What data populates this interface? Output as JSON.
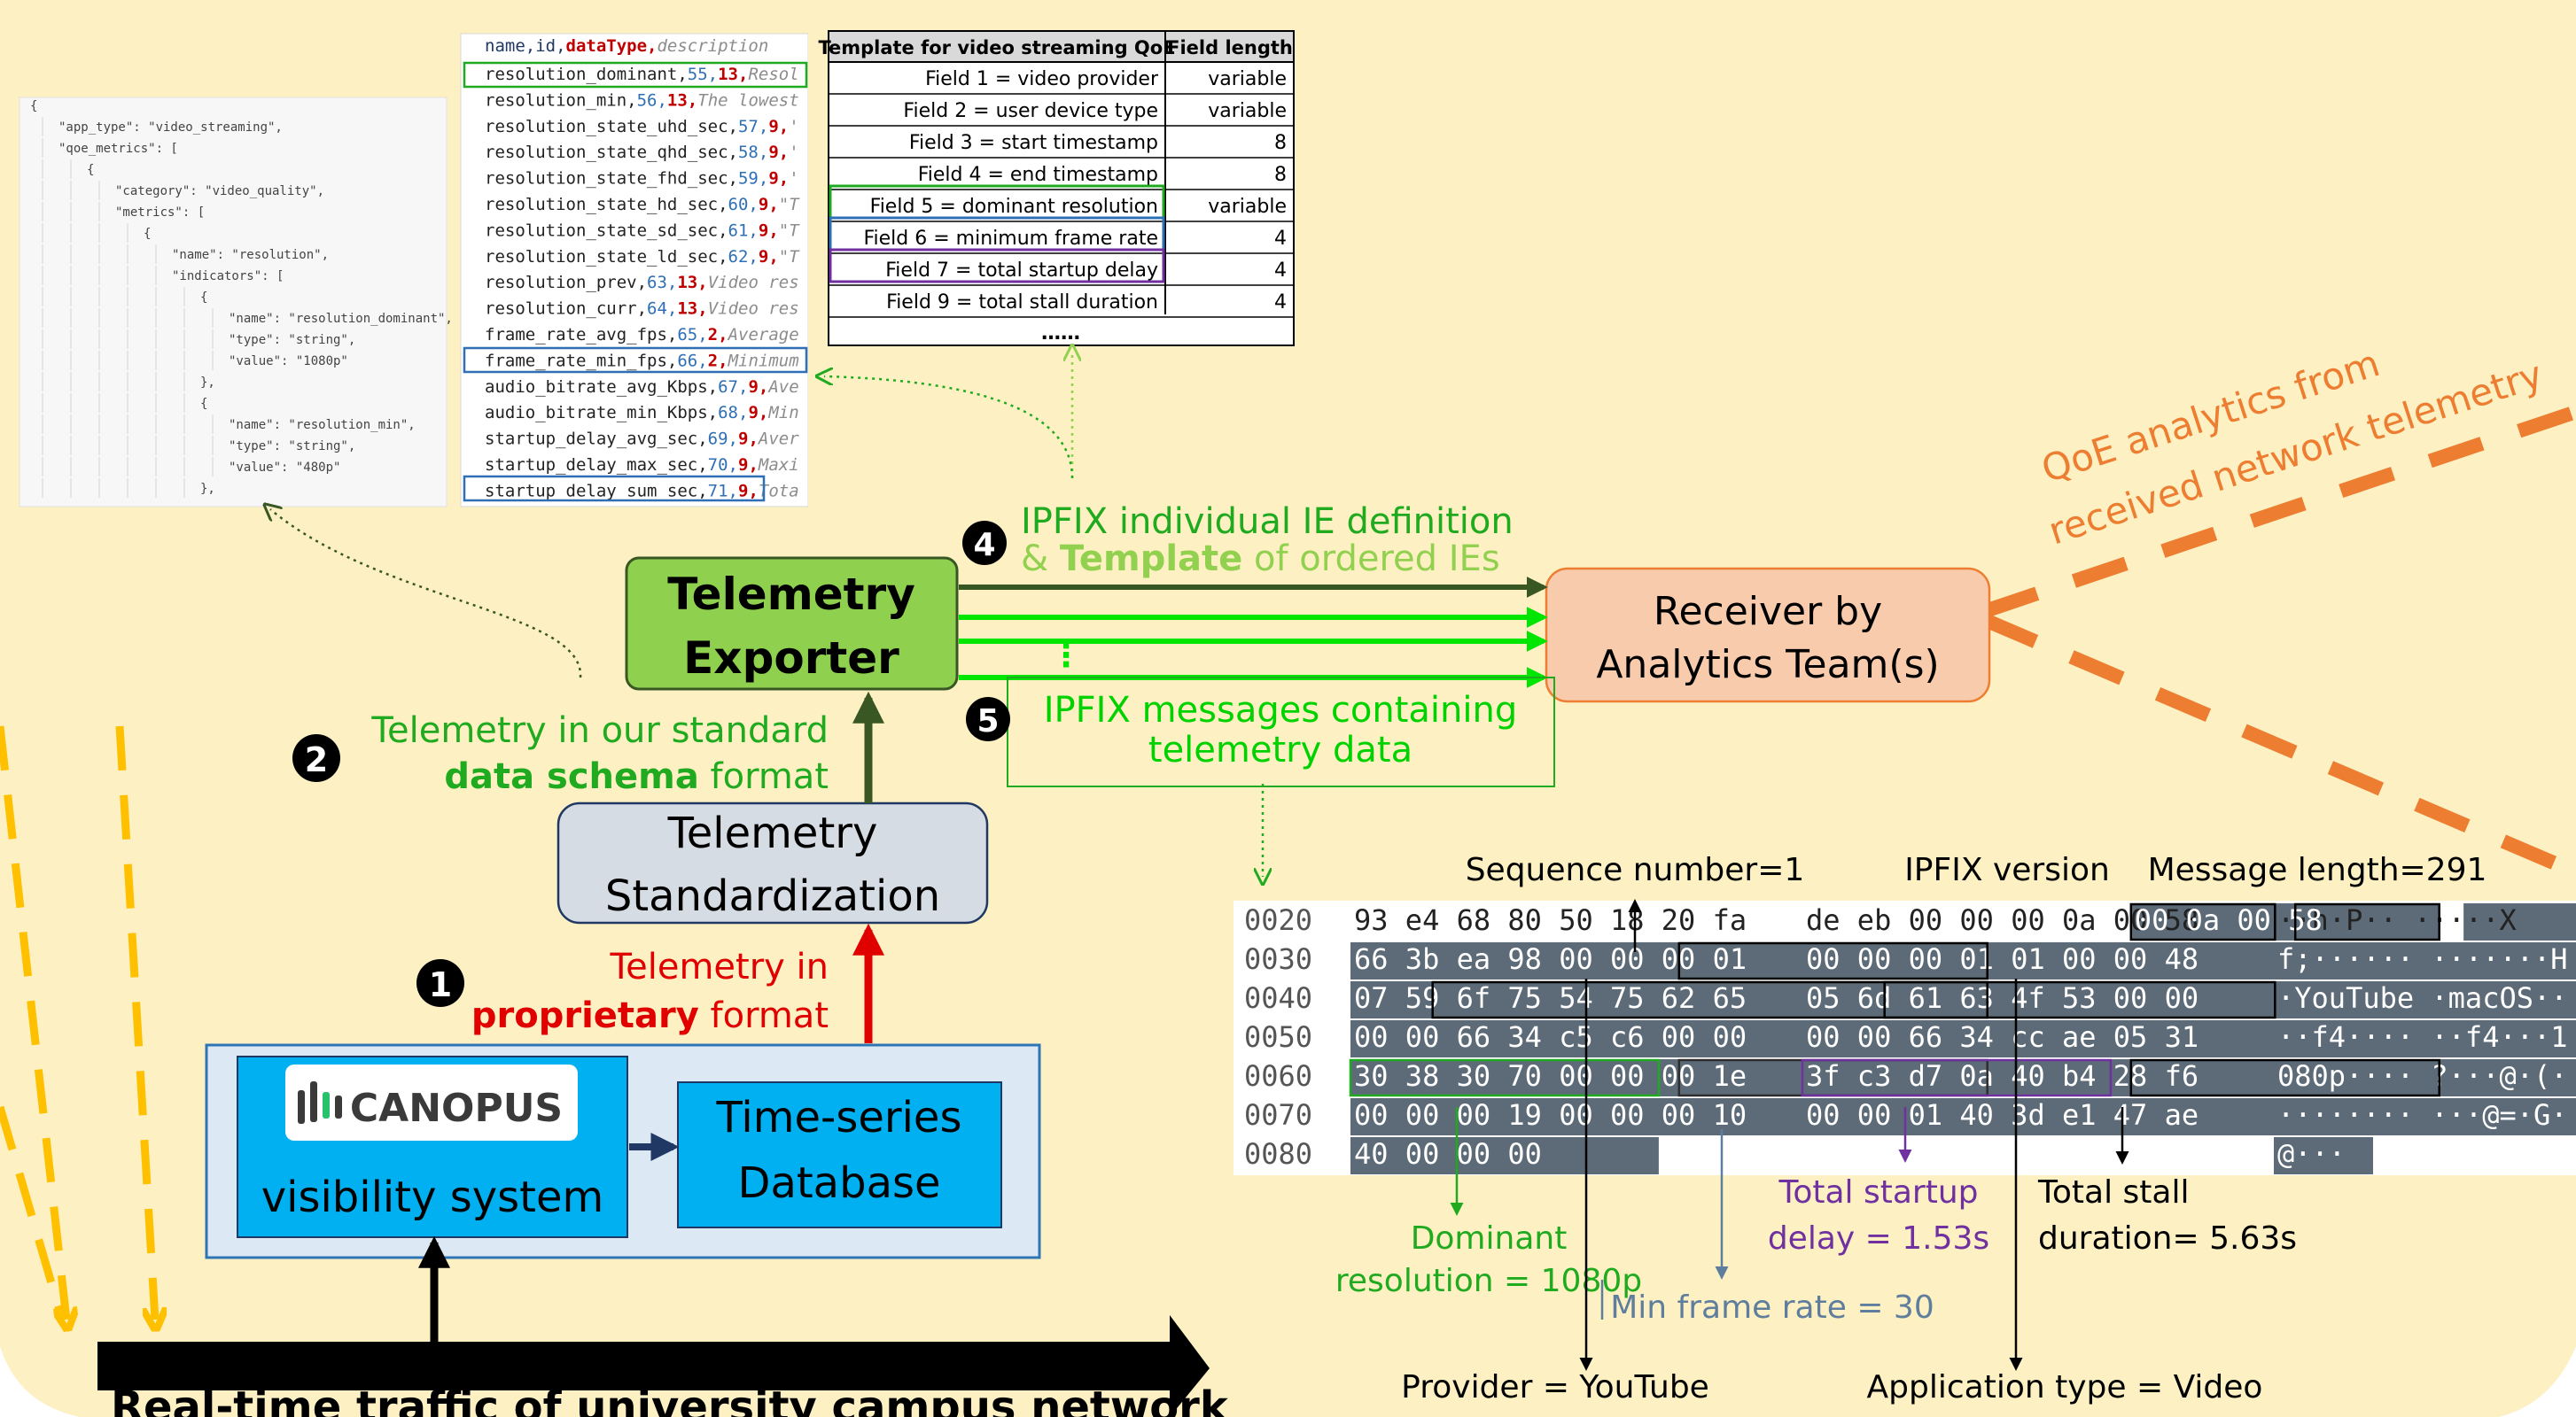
{
  "json_panel": {
    "lines": [
      "{",
      "\"app_type\": \"video_streaming\",",
      "\"qoe_metrics\": [",
      "{",
      "\"category\": \"video_quality\",",
      "\"metrics\": [",
      "{",
      "\"name\": \"resolution\",",
      "\"indicators\": [",
      "{",
      "\"name\": \"resolution_dominant\",",
      "\"type\": \"string\",",
      "\"value\": \"1080p\"",
      "},",
      "{",
      "\"name\": \"resolution_min\",",
      "\"type\": \"string\",",
      "\"value\": \"480p\"",
      "},"
    ]
  },
  "csv_panel": {
    "header": {
      "name": "name,id,",
      "type": "dataType,",
      "desc": "description"
    },
    "rows": [
      {
        "name": "resolution_dominant,",
        "id": "55,",
        "type": "13,",
        "desc": "Resol"
      },
      {
        "name": "resolution_min,",
        "id": "56,",
        "type": "13,",
        "desc": "The lowest"
      },
      {
        "name": "resolution_state_uhd_sec,",
        "id": "57,",
        "type": "9,",
        "desc": "'"
      },
      {
        "name": "resolution_state_qhd_sec,",
        "id": "58,",
        "type": "9,",
        "desc": "'"
      },
      {
        "name": "resolution_state_fhd_sec,",
        "id": "59,",
        "type": "9,",
        "desc": "'"
      },
      {
        "name": "resolution_state_hd_sec,",
        "id": "60,",
        "type": "9,",
        "desc": "\"T"
      },
      {
        "name": "resolution_state_sd_sec,",
        "id": "61,",
        "type": "9,",
        "desc": "\"T"
      },
      {
        "name": "resolution_state_ld_sec,",
        "id": "62,",
        "type": "9,",
        "desc": "\"T"
      },
      {
        "name": "resolution_prev,",
        "id": "63,",
        "type": "13,",
        "desc": "Video res"
      },
      {
        "name": "resolution_curr,",
        "id": "64,",
        "type": "13,",
        "desc": "Video res"
      },
      {
        "name": "frame_rate_avg_fps,",
        "id": "65,",
        "type": "2,",
        "desc": "Average"
      },
      {
        "name": "frame_rate_min_fps,",
        "id": "66,",
        "type": "2,",
        "desc": "Minimum"
      },
      {
        "name": "audio_bitrate_avg_Kbps,",
        "id": "67,",
        "type": "9,",
        "desc": "Ave"
      },
      {
        "name": "audio_bitrate_min_Kbps,",
        "id": "68,",
        "type": "9,",
        "desc": "Min"
      },
      {
        "name": "startup_delay_avg_sec,",
        "id": "69,",
        "type": "9,",
        "desc": "Aver"
      },
      {
        "name": "startup_delay_max_sec,",
        "id": "70,",
        "type": "9,",
        "desc": "Maxi"
      },
      {
        "name": "startup_delay_sum_sec,",
        "id": "71,",
        "type": "9,",
        "desc": "Tota"
      }
    ]
  },
  "template_table": {
    "headers": [
      "Template for video streaming QoE",
      "Field length"
    ],
    "rows": [
      {
        "field": "Field 1 = video provider",
        "length": "variable"
      },
      {
        "field": "Field 2 = user device type",
        "length": "variable"
      },
      {
        "field": "Field 3 = start timestamp",
        "length": "8"
      },
      {
        "field": "Field 4 = end timestamp",
        "length": "8"
      },
      {
        "field": "Field 5 = dominant resolution",
        "length": "variable"
      },
      {
        "field": "Field 6 = minimum frame rate",
        "length": "4"
      },
      {
        "field": "Field 7 = total startup delay",
        "length": "4"
      },
      {
        "field": "Field 9 = total stall duration",
        "length": "4"
      }
    ],
    "ellipsis": "……"
  },
  "nodes": {
    "canopus_logo": "CANOPUS",
    "visibility_system": "visibility system",
    "tsdb_line1": "Time-series",
    "tsdb_line2": "Database",
    "standardization_line1": "Telemetry",
    "standardization_line2": "Standardization",
    "exporter_line1": "Telemetry",
    "exporter_line2": "Exporter",
    "receiver_line1": "Receiver by",
    "receiver_line2": "Analytics Team(s)"
  },
  "steps": [
    "1",
    "2",
    "4",
    "5"
  ],
  "labels": {
    "step1_line1": "Telemetry in",
    "step1_bold": "proprietary",
    "step1_rest": " format",
    "step2_line1": "Telemetry in our standard",
    "step2_bold": "data schema",
    "step2_rest": " format",
    "step4_line1": "IPFIX individual IE definition",
    "step4_amp": "& ",
    "step4_bold": "Template",
    "step4_rest": " of ordered IEs",
    "step5_line1": "IPFIX messages containing",
    "step5_line2": "telemetry data",
    "dots": "⋮",
    "qoe_line1": "QoE analytics from",
    "qoe_line2": "received network telemetry",
    "traffic": "Real-time traffic of university campus network"
  },
  "hex_dump": {
    "offsets": [
      "0020",
      "0030",
      "0040",
      "0050",
      "0060",
      "0070",
      "0080"
    ],
    "groupA": [
      "93 e4 68 80 50 18 20 fa",
      "66 3b ea 98 00 00 00 01",
      "07 59 6f 75 54 75 62 65",
      "00 00 66 34 c5 c6 00 00",
      "30 38 30 70 00 00 00 1e",
      "00 00 00 19 00 00 00 10",
      "40 00 00 00"
    ],
    "groupB": [
      "de eb 00 00 00 0a 00 58",
      "00 00 00 01 01 00 00 48",
      "05 6d 61 63 4f 53 00 00",
      "00 00 66 34 cc ae 05 31",
      "3f c3 d7 0a 40 b4 28 f6",
      "00 00 01 40 3d e1 47 ae",
      ""
    ],
    "ascii": [
      "··h·P·· ·····X",
      "f;······ ·······H",
      "·YouTube ·macOS··",
      "··f4···· ··f4···1",
      "080p···· ?···@·(·",
      "········ ···@=·G·",
      "@···"
    ]
  },
  "annotations": {
    "sequence": "Sequence number=1",
    "version": "IPFIX version",
    "length": "Message length=291",
    "dominant_line1": "Dominant",
    "dominant_line2": "resolution = 1080p",
    "min_frame": "Min frame rate = 30",
    "startup_line1": "Total startup",
    "startup_line2": "delay = 1.53s",
    "stall_line1": "Total stall",
    "stall_line2": "duration= 5.63s",
    "provider": "Provider = YouTube",
    "app_type": "Application type = Video"
  },
  "colors": {
    "background": "#fdf0c2",
    "exporter_fill": "#8fd14f",
    "standardization_fill": "#d6dce4",
    "receiver_fill": "#f8cbad",
    "canopus_panel": "#dce9f5",
    "canopus_box": "#00b0f0",
    "dark_green": "#385723",
    "bright_green": "#00e600",
    "label_green": "#1faa1f",
    "light_green": "#92d050",
    "red": "#e00000",
    "orange": "#ed7d31",
    "gold": "#ffc000",
    "hex_bg": "#5c6b77",
    "purple": "#7030a0",
    "slate": "#5f7e9e"
  }
}
